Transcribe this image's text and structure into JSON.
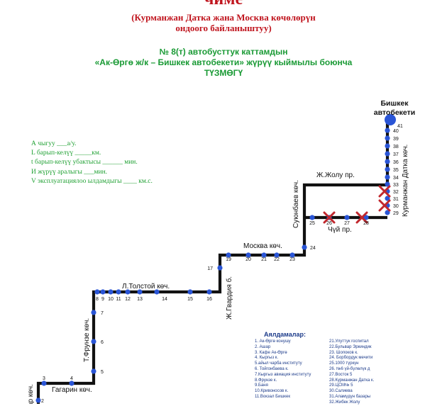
{
  "header": {
    "cut_title": "чиме",
    "subtitle_line1": "(Курманжан Датка жана Москва көчөлөрүн",
    "subtitle_line2": "ондоого байланыштуу)",
    "route_line1": "№ 8(т) автобусттук каттамдын",
    "route_line2": "«Ак-Өргө ж/к – Бишкек автобекети» жүрүү кыймылы боюнча",
    "route_line3": "ТҮЗМӨГҮ"
  },
  "params": [
    "А чыгуу ___а/у.",
    "L барып-келүү _____км.",
    "t барып-келүү убактысы ______ мин.",
    "И жүрүү аралыгы ___мин.",
    "V эксплуатациялоо ылдамдыгы ____ км.с."
  ],
  "map": {
    "terminal_label_line1": "Бишкек",
    "terminal_label_line2": "автобекети",
    "streets": {
      "zholu": "Ж.Жолу пр.",
      "suyunbaev": "Суюнбаев көч.",
      "chui": "Чүй пр.",
      "kurmanjan": "Курманжан Датка көч.",
      "moskva": "Москва көч.",
      "gvardia": "Ж.Гвардия б.",
      "tolstoy": "Л.Толстой көч.",
      "frunze": "Т.Фрунзе көч.",
      "gagarin": "Гагарин көч.",
      "edge": "ар көч."
    },
    "stop_numbers": [
      "2",
      "3",
      "4",
      "5",
      "6",
      "7",
      "8",
      "9",
      "10",
      "11",
      "12",
      "13",
      "14",
      "15",
      "16",
      "17",
      "19",
      "20",
      "21",
      "22",
      "23",
      "24",
      "25",
      "26",
      "27",
      "28",
      "29",
      "30",
      "31",
      "32",
      "33",
      "34",
      "35",
      "36",
      "37",
      "38",
      "39",
      "40",
      "41"
    ],
    "colors": {
      "route": "#111111",
      "stop": "#2a55d6",
      "cross": "#c1272d",
      "label": "#111111"
    }
  },
  "legend": {
    "title": "Аялдамалар:",
    "col1": [
      "1. Ак-Өргө конушу",
      "2. Ашар",
      "3. Кафе Ак-Өргө",
      "4. Кыргыз к.",
      "5.айыл чарба институту",
      "6. Тойгонбаева к.",
      "7.Кыргыз авиация институту",
      "8.Фрунзе к.",
      "9.Баня",
      "10.Кривоносов к.",
      "11.Вокзал Бишкек"
    ],
    "col2": [
      "21.Улуттук госпитал",
      "22.Бульвар Эркиндик",
      "23. Шопоков к.",
      "24. Борбордук мечити",
      "25.1000 түркүн",
      "26. №6 үй-бүлөлүк д",
      "27.Восток 5",
      "28.Курманжан Датка к.",
      "29.ЦСМ№ 5",
      "30.Салиева",
      "31.Аламүдүн базары",
      "32.Жибек Жолу"
    ]
  }
}
